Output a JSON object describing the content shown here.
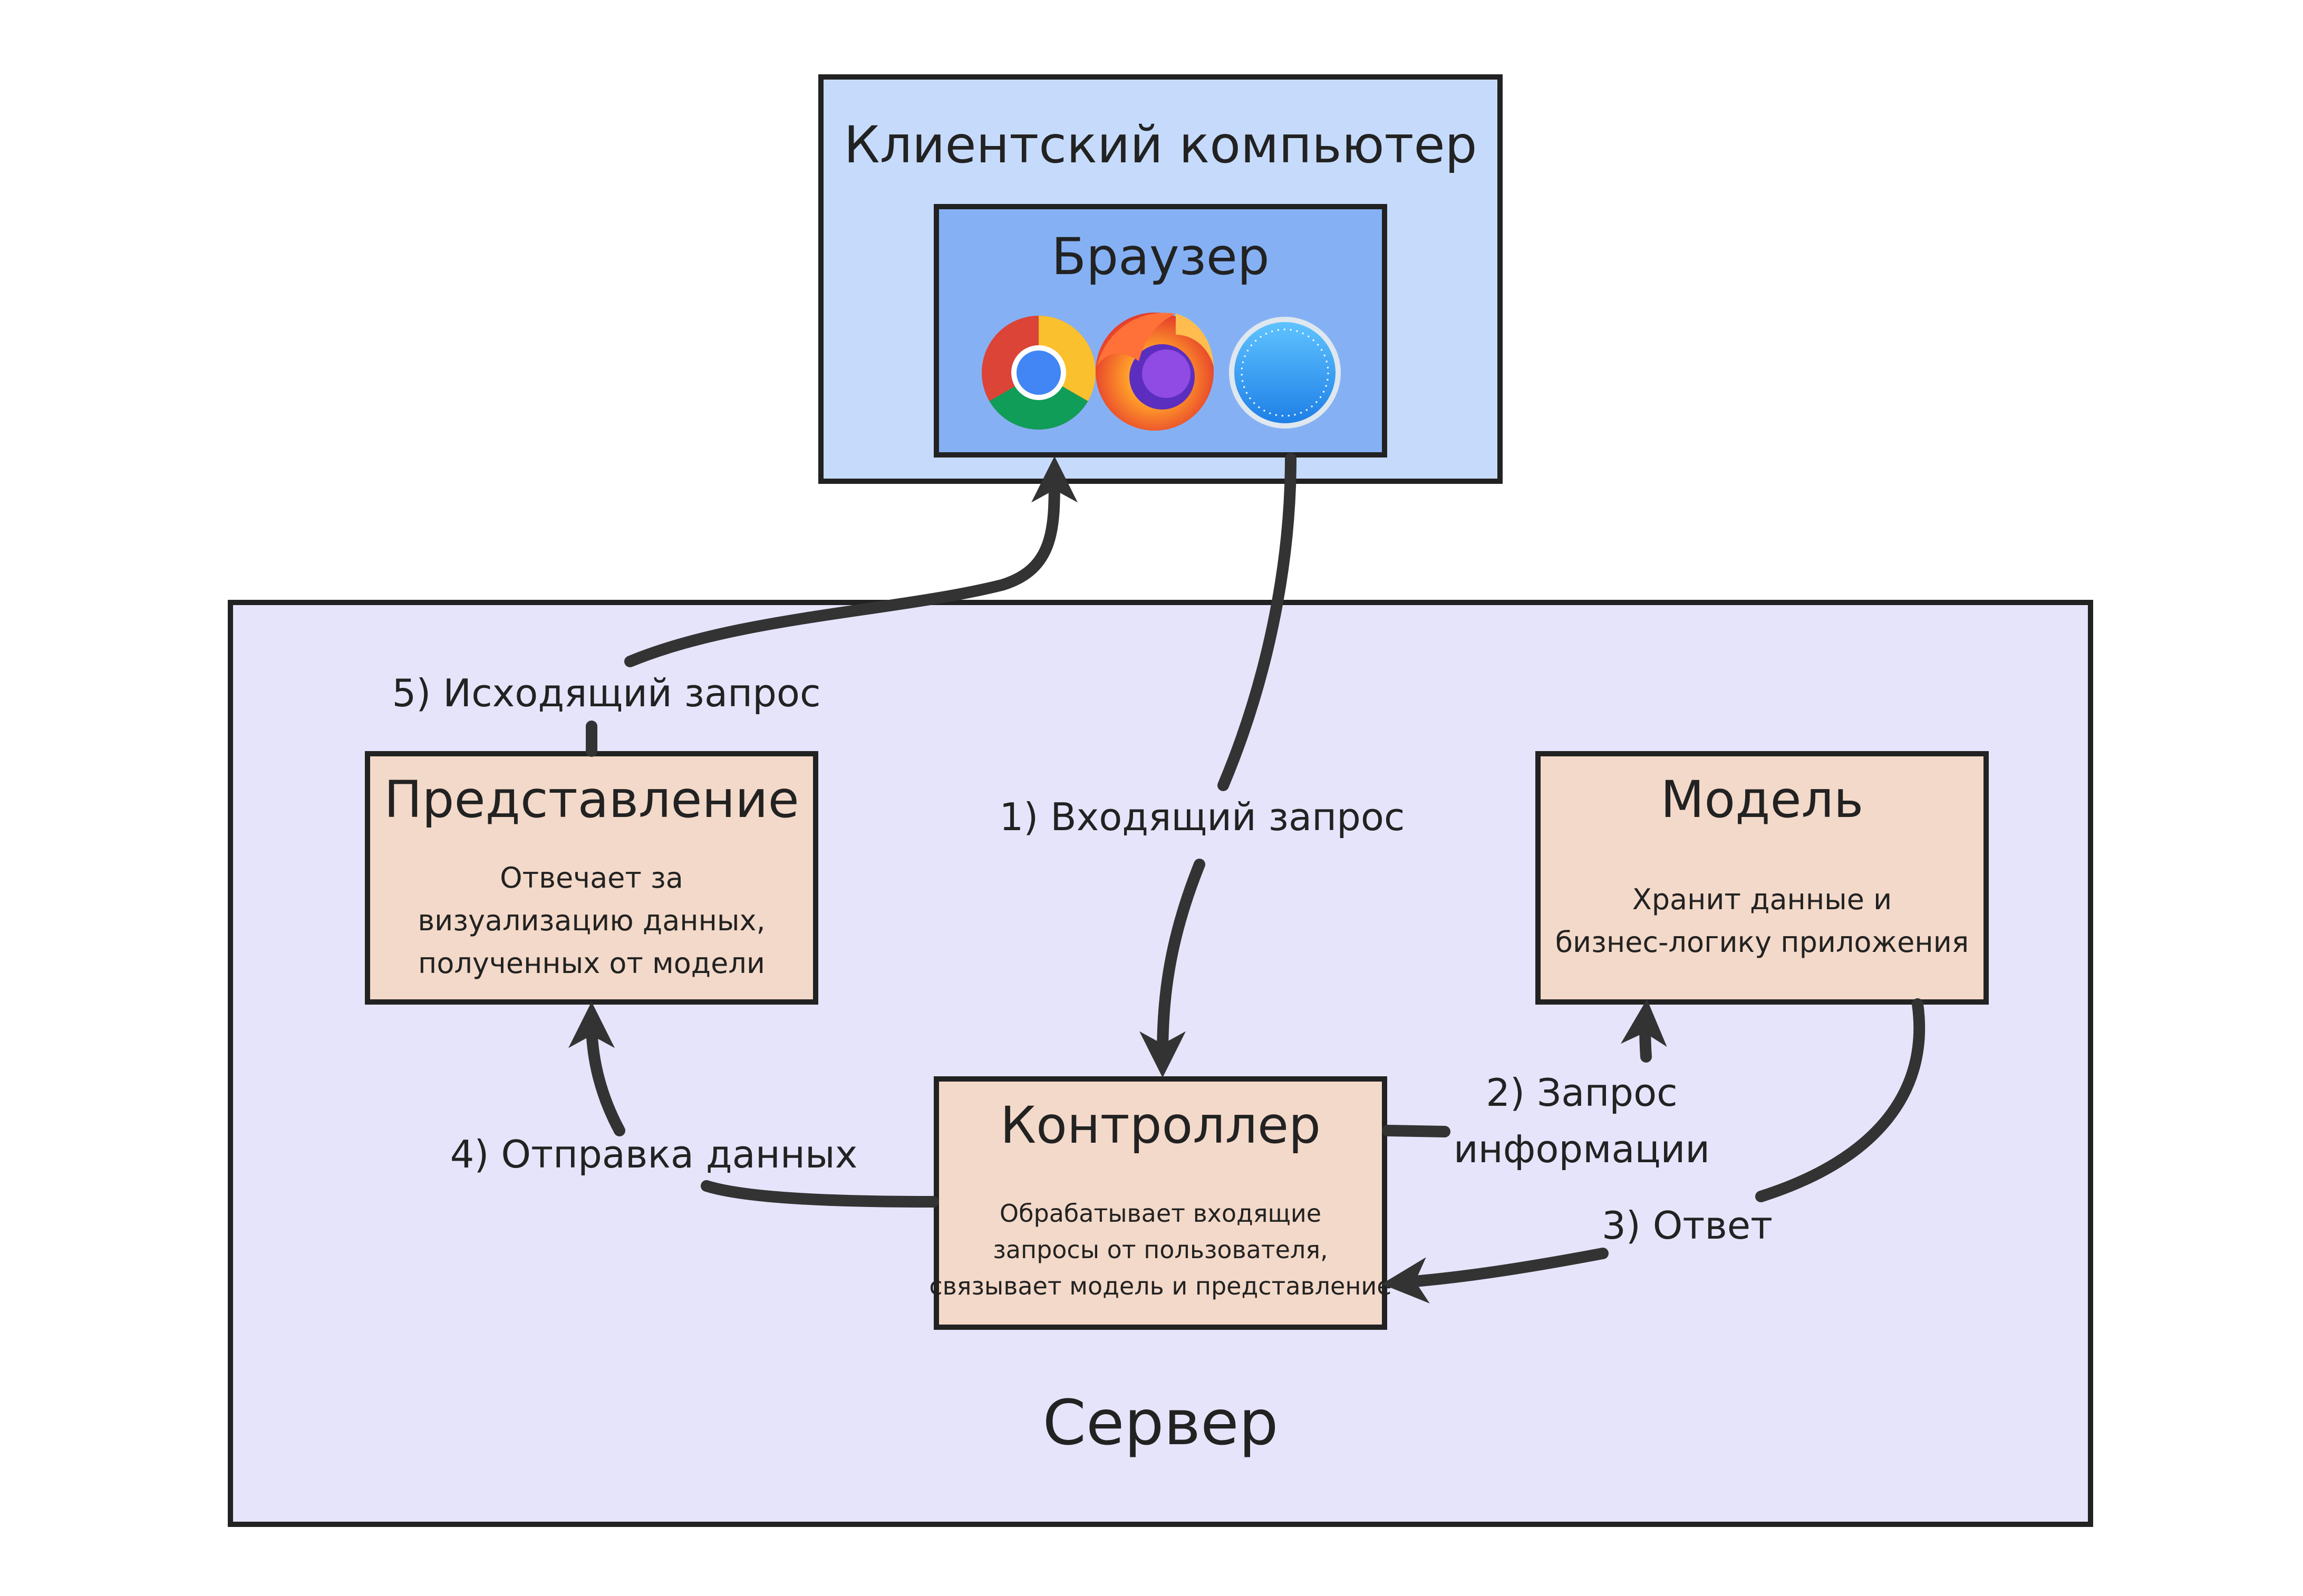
{
  "client": {
    "title": "Клиентский компьютер",
    "browser": {
      "title": "Браузер",
      "icons": [
        "chrome-icon",
        "firefox-icon",
        "safari-icon"
      ]
    }
  },
  "server": {
    "title": "Сервер"
  },
  "view": {
    "title": "Представление",
    "desc": [
      "Отвечает за",
      "визуализацию данных,",
      "полученных от модели"
    ]
  },
  "model": {
    "title": "Модель",
    "desc": [
      "Хранит данные и",
      "бизнес-логику приложения"
    ]
  },
  "controller": {
    "title": "Контроллер",
    "desc": [
      "Обрабатывает входящие",
      "запросы от пользователя,",
      "связывает модель и представление"
    ]
  },
  "edges": {
    "incoming": "1) Входящий запрос",
    "info_request": [
      "2) Запрос",
      "информации"
    ],
    "response": "3) Ответ",
    "send_data": "4) Отправка данных",
    "outgoing": "5) Исходящий запрос"
  },
  "colors": {
    "client_fill": "#c6dbfc",
    "browser_fill": "#85b1f4",
    "server_fill": "#e6e4fb",
    "component_fill": "#f3d9c9",
    "stroke": "#222222",
    "arrow": "#333333"
  }
}
